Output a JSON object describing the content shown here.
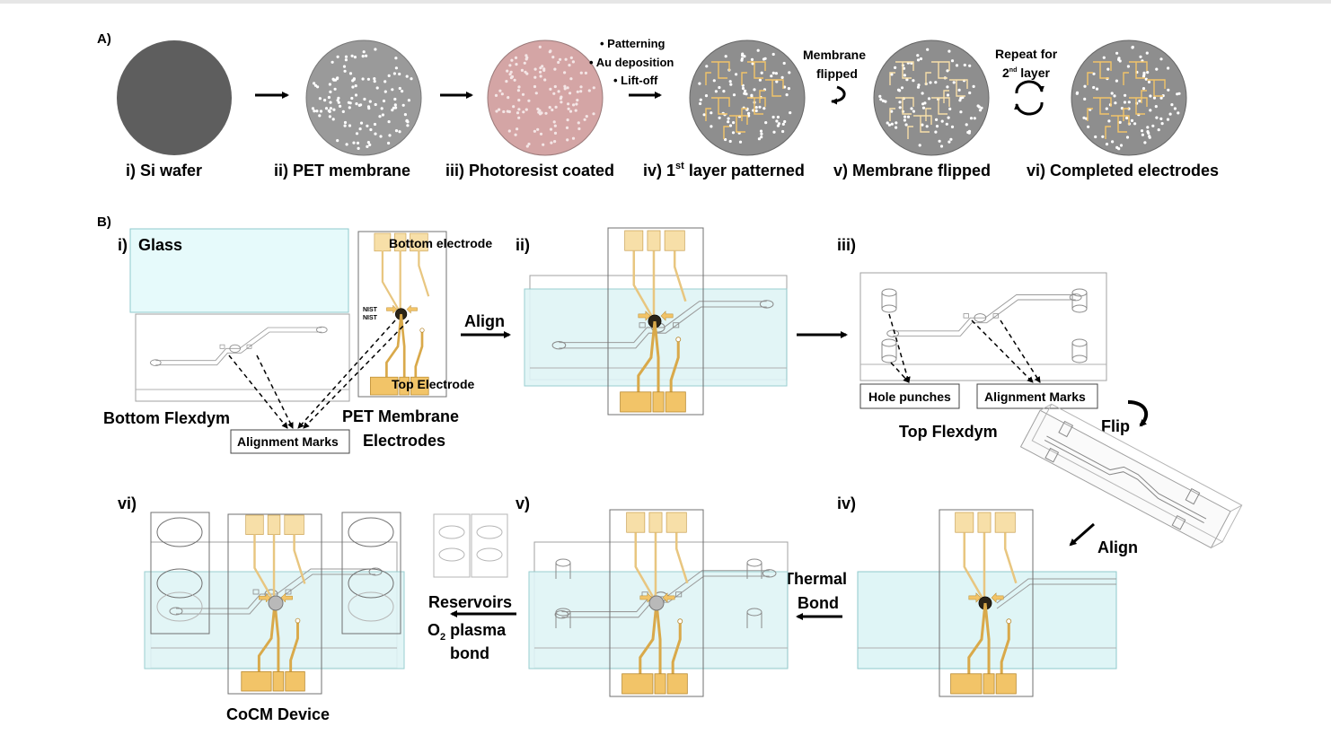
{
  "panel_a": {
    "label": "A)",
    "stages": [
      {
        "label": "i) Si wafer",
        "color": "#5e5e5e"
      },
      {
        "label": "ii) PET membrane",
        "color": "#9a9a9a"
      },
      {
        "label": "iii) Photoresist coated",
        "color": "#d4a5a5"
      },
      {
        "label_pre": "iv) 1",
        "label_sup": "st",
        "label_post": " layer patterned",
        "color": "#8e8e8e"
      },
      {
        "label": "v) Membrane flipped",
        "color": "#8e8e8e"
      },
      {
        "label": "vi) Completed electrodes",
        "color": "#8e8e8e"
      }
    ],
    "process_bullets": [
      "Patterning",
      "Au deposition",
      "Lift-off"
    ],
    "flip_note": [
      "Membrane",
      "flipped"
    ],
    "repeat_note": {
      "line1": "Repeat for",
      "line2_pre": "2",
      "line2_sup": "nd",
      "line2_post": " layer"
    }
  },
  "panel_b": {
    "label": "B)",
    "step_i": {
      "numeral": "i)",
      "glass": "Glass",
      "bottom_flexdym": "Bottom Flexdym",
      "bottom_electrode": "Bottom electrode",
      "top_electrode": "Top Electrode",
      "pet_membrane": [
        "PET Membrane",
        "Electrodes"
      ],
      "alignment_marks": "Alignment Marks",
      "marker_top": "NIST",
      "marker_bottom": "NIST"
    },
    "align": "Align",
    "step_ii": {
      "numeral": "ii)"
    },
    "step_iii": {
      "numeral": "iii)",
      "hole_punches": "Hole punches",
      "alignment_marks": "Alignment Marks",
      "top_flexdym": "Top Flexdym"
    },
    "flip": "Flip",
    "align_iv": "Align",
    "step_iv": {
      "numeral": "iv)"
    },
    "thermal_bond": [
      "Thermal",
      "Bond"
    ],
    "step_v": {
      "numeral": "v)"
    },
    "reservoirs": {
      "line1": "Reservoirs",
      "line2_pre": "O",
      "line2_sub": "2",
      "line2_post": " plasma",
      "line3": "bond"
    },
    "step_vi": {
      "numeral": "vi)"
    },
    "cocm_device": "CoCM Device"
  },
  "colors": {
    "glass": "#e6fafb",
    "glass_edge": "#8fc9cc",
    "gold": "#f2c468",
    "gold_light": "#f7dfa8",
    "gold_edge": "#b8892e",
    "line": "#555555"
  }
}
